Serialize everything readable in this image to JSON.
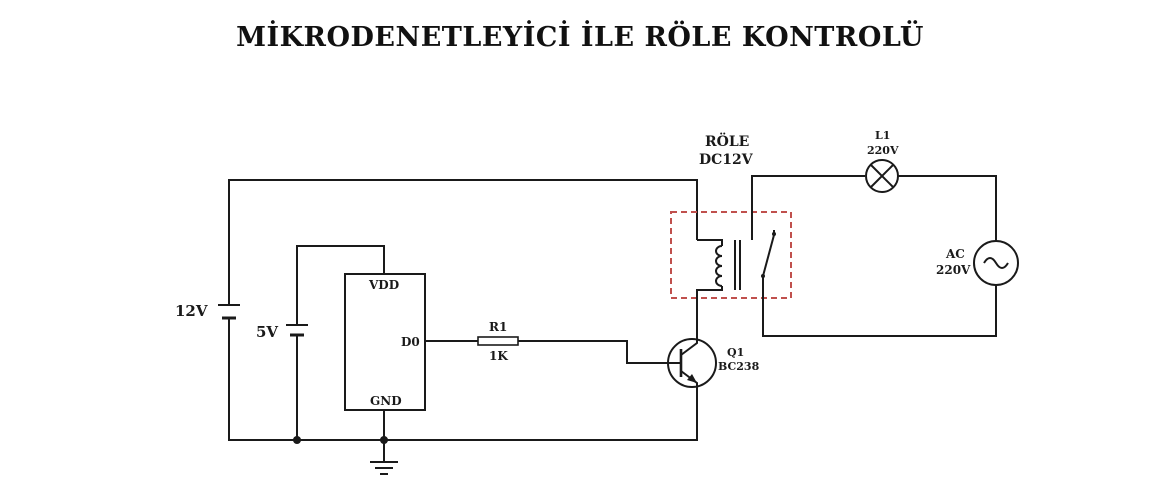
{
  "title": "MİKRODENETLEYİCİ İLE RÖLE KONTROLÜ",
  "battery_main": {
    "label": "12V"
  },
  "battery_logic": {
    "label": "5V"
  },
  "mcu": {
    "vdd": "VDD",
    "d0": "D0",
    "gnd": "GND"
  },
  "resistor": {
    "name": "R1",
    "value": "1K"
  },
  "transistor": {
    "name": "Q1",
    "part": "BC238"
  },
  "relay": {
    "name": "RÖLE",
    "rating": "DC12V"
  },
  "lamp": {
    "name": "L1",
    "rating": "220V"
  },
  "ac_source": {
    "name": "AC",
    "rating": "220V"
  },
  "colors": {
    "wire": "#1a1a1a",
    "relay_outline": "#c0504d"
  }
}
